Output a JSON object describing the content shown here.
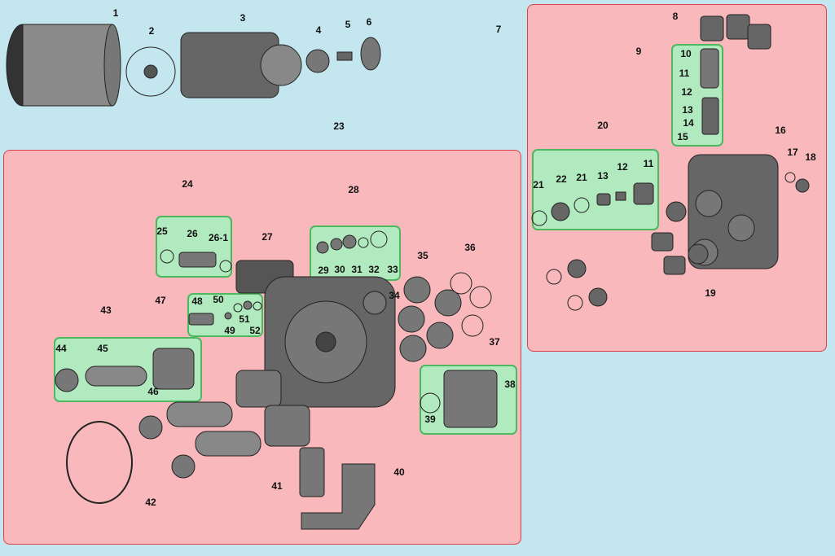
{
  "colors": {
    "background": "#c3e6ef",
    "assembly_panel": "#f8b8bc",
    "panel_border": "#e0404c",
    "subassembly_box": "#b2eac0",
    "subassembly_border": "#4db860",
    "part": "#555555"
  },
  "labels": [
    "1",
    "2",
    "3",
    "4",
    "5",
    "6",
    "7",
    "8",
    "9",
    "10",
    "11",
    "12",
    "13",
    "14",
    "15",
    "16",
    "17",
    "18",
    "19",
    "20",
    "21",
    "22",
    "21",
    "13",
    "12",
    "11",
    "23",
    "24",
    "25",
    "26",
    "26-1",
    "27",
    "28",
    "29",
    "30",
    "31",
    "32",
    "33",
    "34",
    "35",
    "36",
    "37",
    "38",
    "39",
    "40",
    "41",
    "42",
    "43",
    "44",
    "45",
    "46",
    "47",
    "48",
    "49",
    "50",
    "51",
    "52"
  ]
}
